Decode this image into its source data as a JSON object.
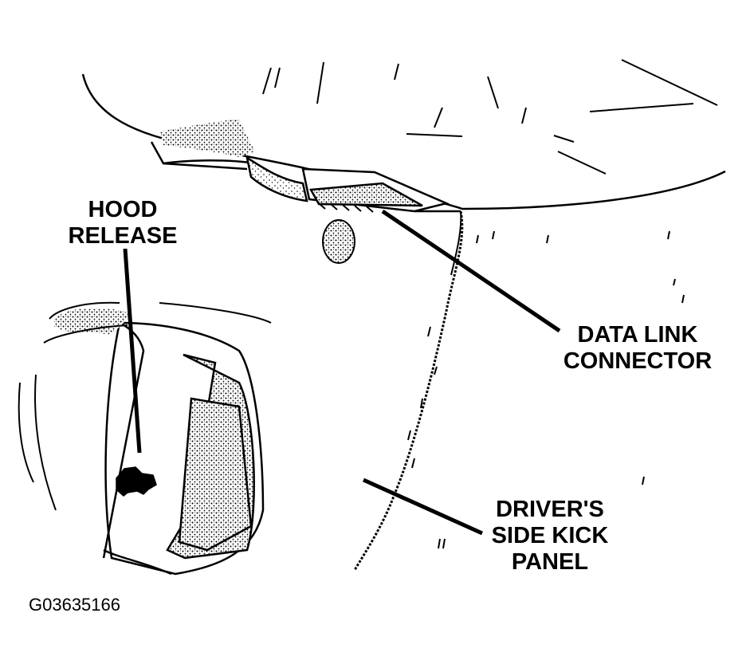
{
  "labels": {
    "hood_release": [
      "HOOD",
      "RELEASE"
    ],
    "data_link_connector": [
      "DATA LINK",
      "CONNECTOR"
    ],
    "kick_panel": [
      "DRIVER'S",
      "SIDE KICK",
      "PANEL"
    ]
  },
  "figure_id": "G03635166",
  "colors": {
    "ink": "#000000",
    "background": "#ffffff",
    "shade": "#9a9a9a"
  }
}
